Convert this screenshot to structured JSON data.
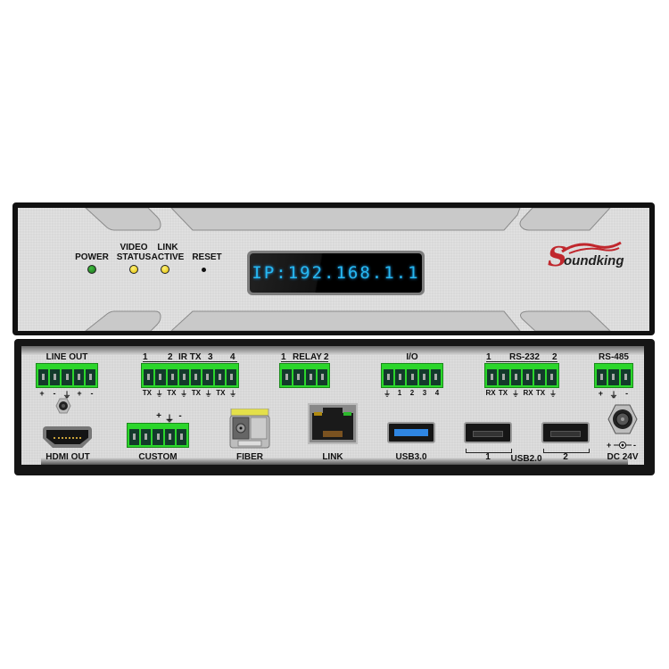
{
  "device": {
    "brand": "Soundking",
    "brand_color": "#c0272d",
    "front_panel": {
      "indicators": [
        {
          "id": "power",
          "label_line1": "",
          "label_line2": "POWER",
          "color": "#1e8a1e"
        },
        {
          "id": "video_status",
          "label_line1": "VIDEO",
          "label_line2": "STATUS",
          "color": "#f2d51b"
        },
        {
          "id": "link_active",
          "label_line1": "LINK",
          "label_line2": "ACTIVE",
          "color": "#f2d51b"
        },
        {
          "id": "reset",
          "label_line1": "",
          "label_line2": "RESET",
          "color": "#111111"
        }
      ],
      "display": {
        "text": "IP:192.168.1.1",
        "color": "#27b8f0"
      },
      "logo_text": "oundking",
      "logo_initial": "S"
    },
    "rear_panel": {
      "line_out": {
        "title": "LINE OUT",
        "pins": [
          "+",
          "-",
          "⏚",
          "+",
          "-"
        ]
      },
      "ir_tx": {
        "title": "IR TX",
        "numbers": [
          "1",
          "2",
          "3",
          "4"
        ],
        "pins": [
          "TX",
          "⏚",
          "TX",
          "⏚",
          "TX",
          "⏚",
          "TX",
          "⏚"
        ]
      },
      "relay": {
        "title": "RELAY",
        "numbers": [
          "1",
          "2"
        ],
        "pins": [
          "",
          "",
          "",
          ""
        ]
      },
      "io": {
        "title": "I/O",
        "pins": [
          "⏚",
          "1",
          "2",
          "3",
          "4"
        ]
      },
      "rs232": {
        "title": "RS-232",
        "numbers": [
          "1",
          "2"
        ],
        "pins": [
          "RX",
          "TX",
          "⏚",
          "RX",
          "TX",
          "⏚"
        ]
      },
      "rs485": {
        "title": "RS-485",
        "pins": [
          "+",
          "⏚",
          "-"
        ]
      },
      "custom": {
        "title": "CUSTOM",
        "pins_top": [
          "+",
          "⏚",
          "-"
        ]
      },
      "hdmi_out": {
        "label": "HDMI OUT"
      },
      "fiber": {
        "label": "FIBER"
      },
      "link": {
        "label": "LINK"
      },
      "usb3": {
        "label": "USB3.0",
        "color": "#2f86e3"
      },
      "usb2": {
        "label": "USB2.0",
        "ports": [
          "1",
          "2"
        ]
      },
      "dc": {
        "label": "DC 24V",
        "polarity": "+ -◉- -"
      }
    },
    "terminal_color": "#2bd62b"
  }
}
